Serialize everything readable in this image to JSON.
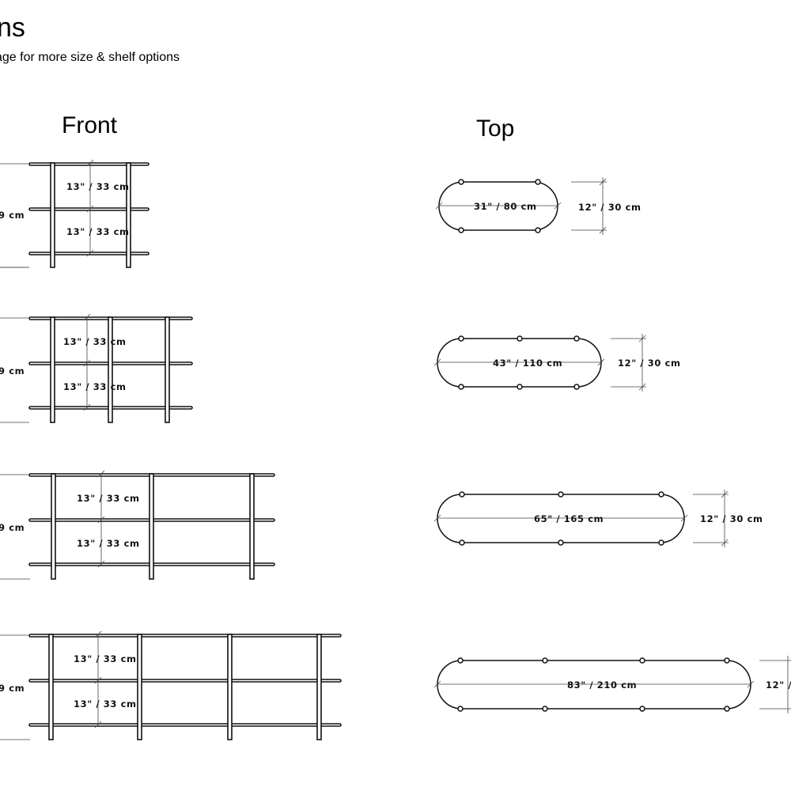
{
  "header": {
    "title_fragment": "ns",
    "subtitle_fragment": "age for more size & shelf options"
  },
  "columns": {
    "front_label": "Front",
    "top_label": "Top"
  },
  "variants": [
    {
      "front": {
        "overall_height_fragment": "9 cm",
        "shelf_gaps": [
          "13\" / 33 cm",
          "13\" / 33 cm"
        ]
      },
      "top": {
        "length": "31\" / 80 cm",
        "depth": "12\" / 30 cm"
      }
    },
    {
      "front": {
        "overall_height_fragment": "9 cm",
        "shelf_gaps": [
          "13\" / 33 cm",
          "13\" / 33 cm"
        ]
      },
      "top": {
        "length": "43\" / 110 cm",
        "depth": "12\" / 30 cm"
      }
    },
    {
      "front": {
        "overall_height_fragment": "9 cm",
        "shelf_gaps": [
          "13\" / 33 cm",
          "13\" / 33 cm"
        ]
      },
      "top": {
        "length": "65\" / 165 cm",
        "depth": "12\" / 30 cm"
      }
    },
    {
      "front": {
        "overall_height_fragment": "9 cm",
        "shelf_gaps": [
          "13\" / 33 cm",
          "13\" / 33 cm"
        ]
      },
      "top": {
        "length": "83\" / 210 cm",
        "depth": "12\" /"
      }
    }
  ],
  "colors": {
    "line": "#111111",
    "dim_line": "#444444",
    "background": "#ffffff"
  }
}
